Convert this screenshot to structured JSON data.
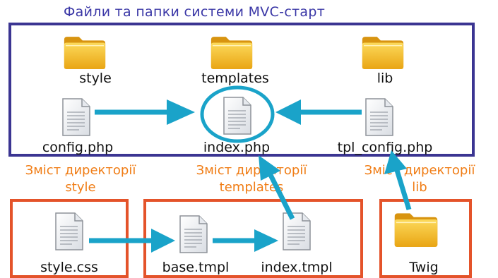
{
  "header": {
    "title": "Файли та папки системи MVC-старт"
  },
  "top_box": {
    "folders": [
      {
        "label": "style",
        "icon": "folder-icon"
      },
      {
        "label": "templates",
        "icon": "folder-icon"
      },
      {
        "label": "lib",
        "icon": "folder-icon"
      }
    ],
    "files": [
      {
        "label": "config.php",
        "icon": "file-icon"
      },
      {
        "label": "index.php",
        "icon": "file-icon"
      },
      {
        "label": "tpl_config.php",
        "icon": "file-icon"
      }
    ]
  },
  "sections": [
    {
      "line1": "Зміст директорії",
      "line2": "style"
    },
    {
      "line1": "Зміст директорії",
      "line2": "templates"
    },
    {
      "line1": "Зміст директорії",
      "line2": "lib"
    }
  ],
  "bottom": {
    "style_css": "style.css",
    "base_tmpl": "base.tmpl",
    "index_tmpl": "index.tmpl",
    "twig": "Twig"
  },
  "colors": {
    "frame_blue": "#3b3592",
    "title_blue": "#3a37a6",
    "frame_orange": "#e4532a",
    "label_orange": "#f07d16",
    "arrow": "#1aa3c9",
    "folder": "#f4b824"
  }
}
